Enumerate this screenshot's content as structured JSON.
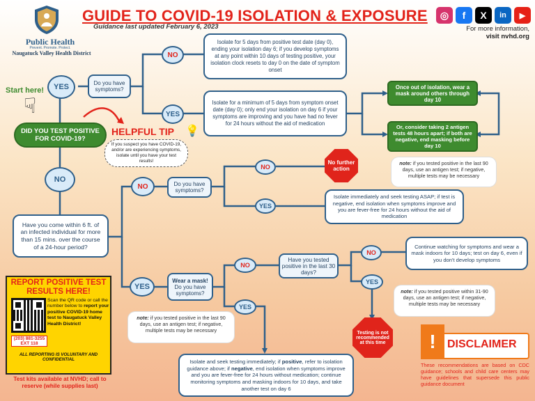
{
  "header": {
    "title": "GUIDE TO COVID-19 ISOLATION & EXPOSURE",
    "subtitle": "Guidance last updated February 6, 2023",
    "info_line1": "For more information,",
    "info_line2": "visit nvhd.org"
  },
  "logo": {
    "name": "Public Health",
    "tagline": "Prevent. Promote. Protect.",
    "district": "Naugatuck Valley Health District"
  },
  "social": [
    {
      "icon": "instagram-icon",
      "glyph": "◎",
      "color": "#d6336c"
    },
    {
      "icon": "facebook-icon",
      "glyph": "f",
      "color": "#1877f2"
    },
    {
      "icon": "x-icon",
      "glyph": "X",
      "color": "#000000"
    },
    {
      "icon": "linkedin-icon",
      "glyph": "in",
      "color": "#0a66c2"
    },
    {
      "icon": "youtube-icon",
      "glyph": "▶",
      "color": "#e62117"
    }
  ],
  "start": {
    "start_here": "Start here!",
    "question": "DID YOU TEST POSITIVE FOR COVID-19?",
    "helpful_tip": "HELPFUL TIP",
    "tip_text": "If you suspect you have COVID-19, and/or are experiencing symptoms, isolate until you have your test results!"
  },
  "positive": {
    "yes_label": "YES",
    "symptoms_q": "Do you have symptoms?",
    "no_label": "NO",
    "yes2_label": "YES",
    "no_symptoms_text": "Isolate for 5 days from positive test date (day 0), ending your isolation day 6; if you develop symptoms at any point within 10 days of testing positive, your isolation clock resets to day 0 on the date of symptom onset",
    "symptoms_text": "Isolate for a minimum of 5 days from symptom onset date (day 0); only end your isolation on day 6 if your symptoms are improving and you have had no fever for 24 hours without the aid of medication",
    "mask_text": "Once out of isolation, wear a mask around others through day 10",
    "antigen_text": "Or, consider taking 2 antigen tests 48 hours apart; if both are negative, end masking before day 10"
  },
  "negative": {
    "no_label": "NO",
    "exposure_q": "Have you come within 6 ft. of an infected individual for more than 15 mins. over the course of a 24-hour period?",
    "no2_label": "NO",
    "symptoms_q": "Do you have symptoms?",
    "no3_label": "NO",
    "no_action": "No further action",
    "yes3_label": "YES",
    "isolate_text": "Isolate immediately and seek testing ASAP; if test is negative, end isolation when symptoms improve and you are fever-free for 24 hours without the aid of medication",
    "note1_bold": "note:",
    "note1_text": " if you tested positive in the last 90 days, use an antigen test; if negative, multiple tests may be necessary"
  },
  "exposed": {
    "yes_label": "YES",
    "mask_q_bold": "Wear a mask!",
    "mask_q": "Do you have symptoms?",
    "no_label": "NO",
    "tested_q": "Have you tested positive in the last 30 days?",
    "no2_label": "NO",
    "yes2_label": "YES",
    "watch_text": "Continue watching for symptoms and wear a mask indoors for 10 days; test on day 6, even if you don't develop symptoms",
    "note2_bold": "note:",
    "note2_text": " if you tested positive within 31-90 days, use an antigen test; if negative, multiple tests may be necessary",
    "not_recommended": "Testing is not recommended at this time",
    "yes3_label": "YES",
    "note3_bold": "note:",
    "note3_text": " if you tested positive in the last 90 days, use an antigen test; if negative, multiple tests may be necessary",
    "seek_text_1": "Isolate and seek testing immediately; if ",
    "seek_pos": "positive",
    "seek_text_2": ", refer to isolation guidance above; if ",
    "seek_neg": "negative",
    "seek_text_3": ", end isolation when symptoms improve and you are fever-free for 24 hours without medication; continue monitoring symptoms and masking indoors for 10 days, and take another test on day 6"
  },
  "report": {
    "title": "REPORT POSITIVE TEST RESULTS HERE!",
    "scan_1": "Scan the QR code or call the number below to ",
    "scan_bold": "report your positive COVID-19 home test to Naugatuck Valley Health District!",
    "phone": "(203) 881-3255",
    "ext": "EXT 118",
    "voluntary": "ALL REPORTING IS VOLUNTARY AND CONFIDENTIAL",
    "test_kits": "Test kits available at NVHD; call to reserve (while supplies last)"
  },
  "disclaimer": {
    "title": "DISCLAIMER",
    "text": "These recommendations are based on CDC guidance; schools and child care centers may have guidelines that supersede this public guidance document"
  },
  "colors": {
    "title_red": "#e2231a",
    "navy": "#2e5f8a",
    "green": "#3e8b2f",
    "stop_red": "#e0241b",
    "report_bg": "#ffd400"
  }
}
